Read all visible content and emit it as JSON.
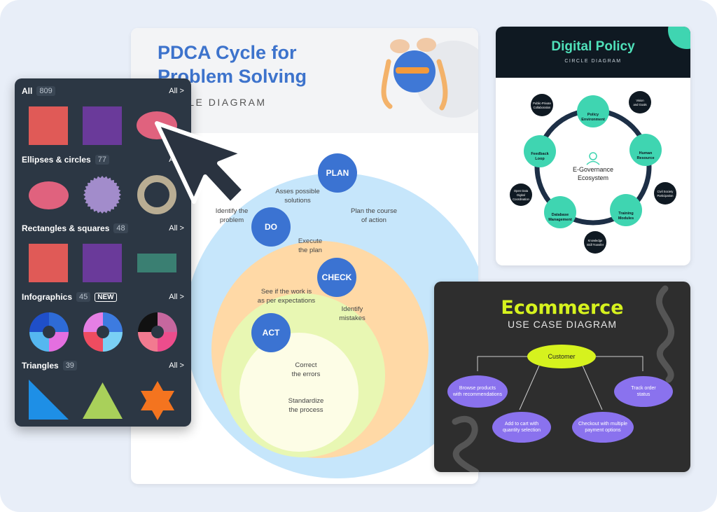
{
  "pdca": {
    "title_line1": "PDCA Cycle for",
    "title_line2": "Problem Solving",
    "subtitle": "CIRCLE DIAGRAM",
    "nodes": {
      "plan": "PLAN",
      "do": "DO",
      "check": "CHECK",
      "act": "ACT"
    },
    "labels": {
      "plan_left_1": "Asses possible",
      "plan_left_2": "solutions",
      "plan_right_1": "Plan the course",
      "plan_right_2": "of action",
      "identify_1": "Identify the",
      "identify_2": "problem",
      "execute_1": "Execute",
      "execute_2": "the plan",
      "see_1": "See if the work is",
      "see_2": "as per expectations",
      "mistakes_1": "Identify",
      "mistakes_2": "mistakes",
      "correct_1": "Correct",
      "correct_2": "the errors",
      "standard_1": "Standardize",
      "standard_2": "the process"
    },
    "colors": {
      "outer": "#c6e6fb",
      "ring2": "#ffd9a6",
      "ring3": "#e8f7b3",
      "inner": "#fdfde6",
      "node": "#3b73d2",
      "title": "#3d73cc"
    }
  },
  "panel": {
    "sections": [
      {
        "title": "All",
        "count": "809",
        "all": "All >"
      },
      {
        "title": "Ellipses & circles",
        "count": "77",
        "all": "All >"
      },
      {
        "title": "Rectangles & squares",
        "count": "48",
        "all": "All >"
      },
      {
        "title": "Infographics",
        "count": "45",
        "badge": "NEW",
        "all": "All >"
      },
      {
        "title": "Triangles",
        "count": "39",
        "all": "All >"
      }
    ],
    "shape_icons": [
      "red-square",
      "purple-square",
      "pink-ellipse",
      "pink-ellipse",
      "lavender-badge",
      "tan-ring",
      "red-square",
      "purple-square",
      "teal-rectangle",
      "donut-blue",
      "donut-pink",
      "donut-black",
      "blue-right-triangle",
      "green-triangle",
      "orange-star"
    ]
  },
  "policy": {
    "title": "Digital Policy",
    "subtitle": "CIRCLE DIAGRAM",
    "center_1": "E-Governance",
    "center_2": "Ecosystem",
    "nodes": [
      {
        "l1": "Policy",
        "l2": "Environment"
      },
      {
        "l1": "Human",
        "l2": "Resource"
      },
      {
        "l1": "Training",
        "l2": "Modules"
      },
      {
        "l1": "Database",
        "l2": "Management"
      },
      {
        "l1": "Feedback",
        "l2": "Loop"
      }
    ],
    "satellites": [
      {
        "l1": "Vision",
        "l2": "and Goals",
        "l3": ""
      },
      {
        "l1": "Civil Society",
        "l2": "Participation",
        "l3": ""
      },
      {
        "l1": "Knowledge",
        "l2": "Skill Transfer",
        "l3": ""
      },
      {
        "l1": "Open Data",
        "l2": "Digital",
        "l3": "Coordination"
      },
      {
        "l1": "Public-Private",
        "l2": "Collaboration",
        "l3": ""
      }
    ],
    "colors": {
      "node": "#3fd5b1",
      "ring": "#1d2f46",
      "satellite": "#0f1922"
    }
  },
  "ecom": {
    "title": "Ecommerce",
    "subtitle": "USE CASE DIAGRAM",
    "root": "Customer",
    "cases": [
      {
        "l1": "Browse products",
        "l2": "with recommendations"
      },
      {
        "l1": "Add to cart with",
        "l2": "quantity selection"
      },
      {
        "l1": "Checkout with multiple",
        "l2": "payment options"
      },
      {
        "l1": "Track order",
        "l2": "status"
      }
    ],
    "colors": {
      "root": "#d6f21e",
      "case": "#8a72ee"
    }
  },
  "cursor": {
    "icon": "pointer-cursor-icon"
  }
}
